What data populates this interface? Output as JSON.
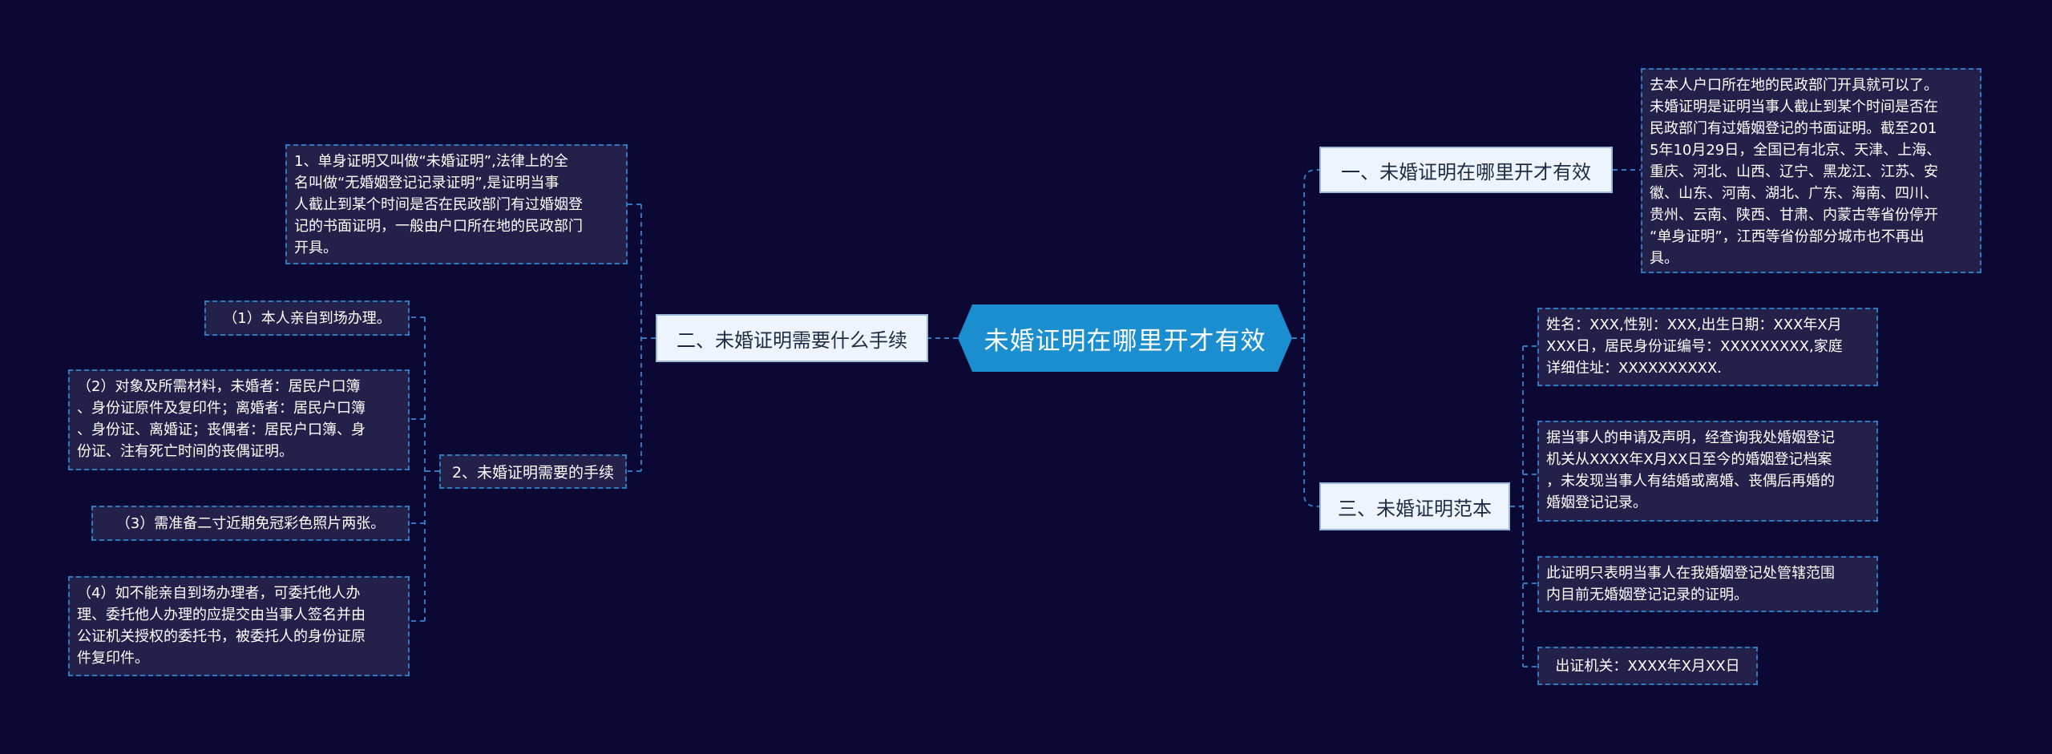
{
  "central": {
    "title": "未婚证明在哪里开才有效"
  },
  "branch1": {
    "title": "一、未婚证明在哪里开才有效",
    "text_lines": [
      "去本人户口所在地的民政部门开具就可以了。",
      "未婚证明是证明当事人截止到某个时间是否在",
      "民政部门有过婚姻登记的书面证明。截至201",
      "5年10月29日，全国已有北京、天津、上海、",
      "重庆、河北、山西、辽宁、黑龙江、江苏、安",
      "徽、山东、河南、湖北、广东、海南、四川、",
      "贵州、云南、陕西、甘肃、内蒙古等省份停开",
      "“单身证明”，江西等省份部分城市也不再出",
      "具。"
    ]
  },
  "branch2": {
    "title": "二、未婚证明需要什么手续",
    "definition_lines": [
      "1、单身证明又叫做“未婚证明”,法律上的全",
      "名叫做“无婚姻登记记录证明”,是证明当事",
      "人截止到某个时间是否在民政部门有过婚姻登",
      "记的书面证明，一般由户口所在地的民政部门",
      "开具。"
    ],
    "procedure": {
      "title": "2、未婚证明需要的手续",
      "items": [
        {
          "lines": [
            "（1）本人亲自到场办理。"
          ]
        },
        {
          "lines": [
            "（2）对象及所需材料，未婚者：居民户口簿",
            "、身份证原件及复印件；离婚者：居民户口簿",
            "、身份证、离婚证；丧偶者：居民户口簿、身",
            "份证、注有死亡时间的丧偶证明。"
          ]
        },
        {
          "lines": [
            "（3）需准备二寸近期免冠彩色照片两张。"
          ]
        },
        {
          "lines": [
            "（4）如不能亲自到场办理者，可委托他人办",
            "理、委托他人办理的应提交由当事人签名并由",
            "公证机关授权的委托书，被委托人的身份证原",
            "件复印件。"
          ]
        }
      ]
    }
  },
  "branch3": {
    "title": "三、未婚证明范本",
    "items": [
      {
        "lines": [
          "姓名：XXX,性别：XXX,出生日期：XXX年X月",
          "XXX日，居民身份证编号：XXXXXXXXX,家庭",
          "详细住址：XXXXXXXXXX."
        ]
      },
      {
        "lines": [
          "据当事人的申请及声明，经查询我处婚姻登记",
          "机关从XXXX年X月XX日至今的婚姻登记档案",
          "，未发现当事人有结婚或离婚、丧偶后再婚的",
          "婚姻登记记录。"
        ]
      },
      {
        "lines": [
          "此证明只表明当事人在我婚姻登记处管辖范围",
          "内目前无婚姻登记记录的证明。"
        ]
      },
      {
        "lines": [
          "出证机关：XXXX年X月XX日"
        ]
      }
    ]
  },
  "colors": {
    "background": "#0b0933",
    "central": "#1b8ed0",
    "branch_fill": "#eef4fb",
    "leaf_fill": "#232049",
    "connector": "#2e78c2"
  }
}
